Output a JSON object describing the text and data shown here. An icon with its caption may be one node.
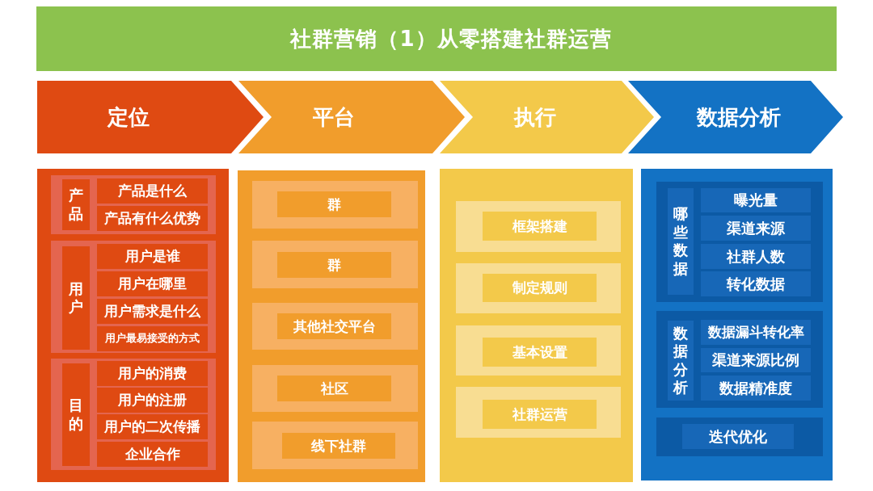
{
  "diagram": {
    "title": "社群营销（1）从零搭建社群运营",
    "nodes": [
      {
        "text": [
          "定位"
        ]
      },
      {
        "text": [
          "平台"
        ]
      },
      {
        "text": [
          "执行"
        ]
      },
      {
        "text": [
          "数据分析"
        ]
      },
      {
        "text": [],
        "shape": "box"
      },
      {
        "text": [],
        "shape": "box",
        "in": 4
      },
      {
        "text": [
          "产品"
        ],
        "in": 5
      },
      {
        "text": [
          "产品是什么"
        ],
        "in": 5
      },
      {
        "text": [
          "产品有什么优势"
        ],
        "in": 5
      },
      {
        "text": [],
        "shape": "box",
        "in": 4
      },
      {
        "text": [
          "用户"
        ],
        "in": 9
      },
      {
        "text": [
          "用户是谁"
        ],
        "in": 9
      },
      {
        "text": [
          "用户在哪里"
        ],
        "in": 9
      },
      {
        "text": [
          "用户需求是什么"
        ],
        "in": 9
      },
      {
        "text": [
          "用户最易接受的方式"
        ],
        "in": 9
      },
      {
        "text": [],
        "shape": "box",
        "in": 4
      },
      {
        "text": [
          "目的"
        ],
        "in": 15
      },
      {
        "text": [
          "用户的消费"
        ],
        "in": 15
      },
      {
        "text": [
          "用户的注册"
        ],
        "in": 15
      },
      {
        "text": [
          "用户的二次传播"
        ],
        "in": 15
      },
      {
        "text": [
          "企业合作"
        ],
        "in": 15
      },
      {
        "text": [],
        "shape": "box"
      },
      {
        "text": [],
        "shape": "box",
        "in": 21
      },
      {
        "text": [
          "群"
        ],
        "in": 22
      },
      {
        "text": [],
        "shape": "box",
        "in": 21
      },
      {
        "text": [
          "群"
        ],
        "in": 24
      },
      {
        "text": [],
        "shape": "box",
        "in": 21
      },
      {
        "text": [
          "其他社交平台"
        ],
        "in": 26
      },
      {
        "text": [],
        "shape": "box",
        "in": 21
      },
      {
        "text": [
          "社区"
        ],
        "in": 28
      },
      {
        "text": [],
        "shape": "box",
        "in": 21
      },
      {
        "text": [
          "线下社群"
        ],
        "in": 30
      },
      {
        "text": [],
        "shape": "box"
      },
      {
        "text": [],
        "shape": "box",
        "in": 32
      },
      {
        "text": [
          "框架搭建"
        ],
        "in": 33
      },
      {
        "text": [],
        "shape": "box",
        "in": 32
      },
      {
        "text": [
          "制定规则"
        ],
        "in": 35
      },
      {
        "text": [],
        "shape": "box",
        "in": 32
      },
      {
        "text": [
          "基本设置"
        ],
        "in": 37
      },
      {
        "text": [],
        "shape": "box",
        "in": 32
      },
      {
        "text": [
          "社群运营"
        ],
        "in": 39
      },
      {
        "text": [],
        "shape": "box"
      },
      {
        "text": [],
        "shape": "box",
        "in": 41
      },
      {
        "text": [
          "哪些数据"
        ],
        "in": 42
      },
      {
        "text": [
          "曝光量"
        ],
        "in": 42
      },
      {
        "text": [
          "渠道来源"
        ],
        "in": 42
      },
      {
        "text": [
          "社群人数"
        ],
        "in": 42
      },
      {
        "text": [
          "转化数据"
        ],
        "in": 42
      },
      {
        "text": [],
        "shape": "box",
        "in": 41
      },
      {
        "text": [
          "数据分析"
        ],
        "in": 48
      },
      {
        "text": [
          "数据漏斗转化率"
        ],
        "in": 48
      },
      {
        "text": [
          "渠道来源比例"
        ],
        "in": 48
      },
      {
        "text": [
          "数据精准度"
        ],
        "in": 48
      },
      {
        "text": [],
        "shape": "box",
        "in": 41
      },
      {
        "text": [
          "迭代优化"
        ],
        "in": 53
      }
    ]
  }
}
